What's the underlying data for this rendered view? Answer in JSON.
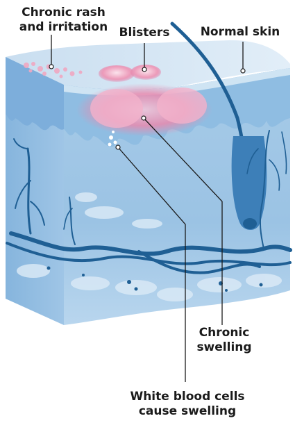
{
  "labels": {
    "chronic_rash": [
      "Chronic rash",
      "and irritation"
    ],
    "blisters": "Blisters",
    "normal_skin": "Normal skin",
    "chronic_swelling": [
      "Chronic",
      "swelling"
    ],
    "white_blood_cells": [
      "White blood cells",
      "cause swelling"
    ]
  },
  "colors": {
    "skin_surface": "#cfe3f1",
    "epidermis": "#9ec7e6",
    "dermis": "#a9cdea",
    "dermis_dark": "#6ea7d6",
    "vessel": "#1f5f94",
    "inflammation": "#e98aae",
    "leader_line": "#1a1a1a"
  }
}
